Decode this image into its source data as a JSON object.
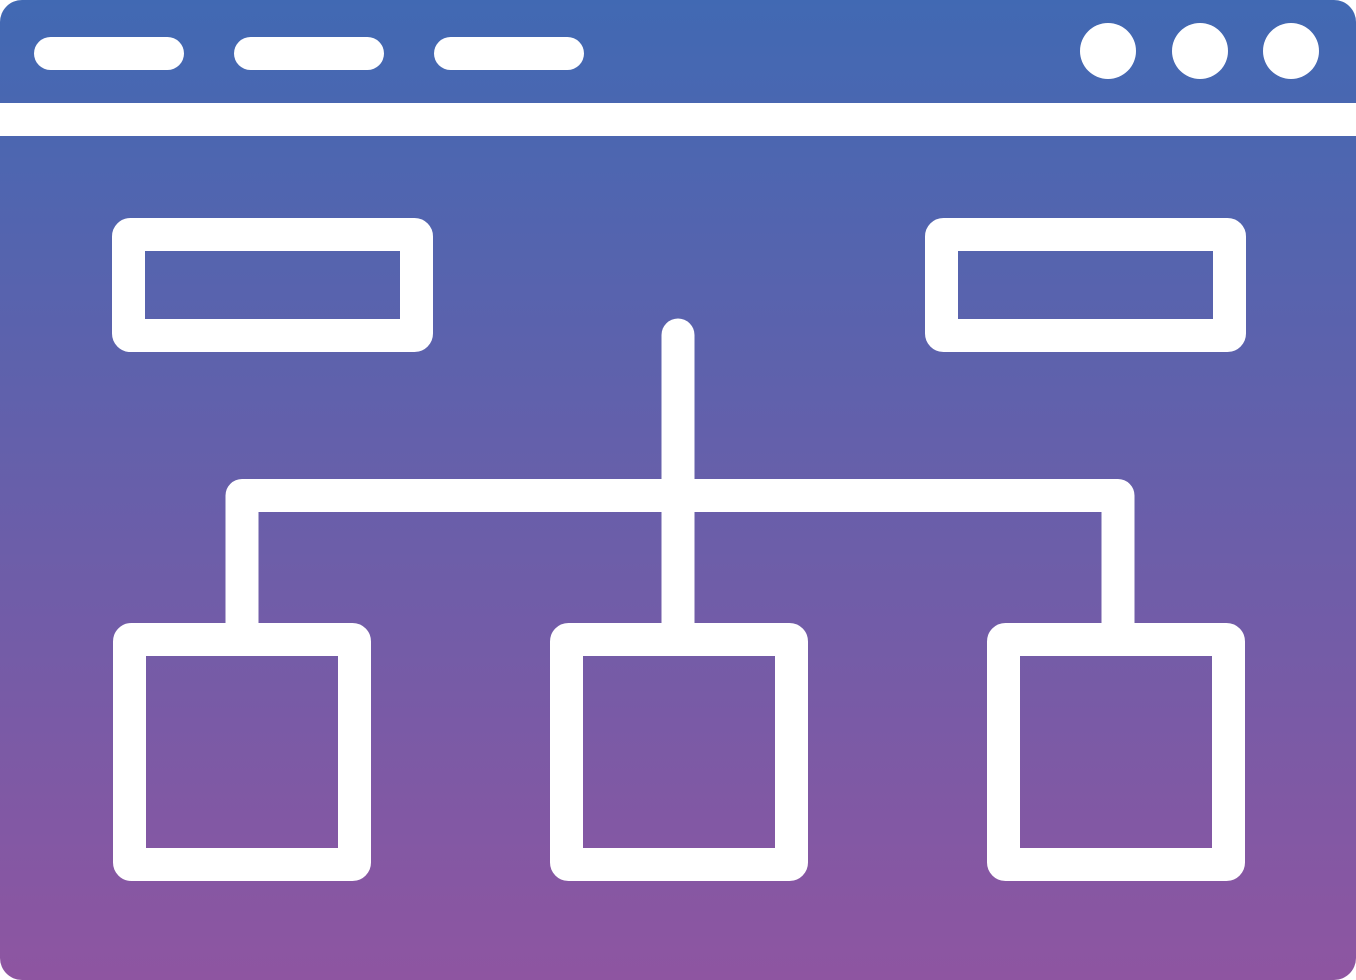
{
  "icon": {
    "name": "website-sitemap-icon",
    "gradient": {
      "top": "#4169B3",
      "bottom": "#8E55A1"
    },
    "foreground": "#FFFFFF"
  },
  "window": {
    "tab_count": 3,
    "control_dot_count": 3
  },
  "sitemap": {
    "top_blocks": 2,
    "child_nodes": 3
  }
}
